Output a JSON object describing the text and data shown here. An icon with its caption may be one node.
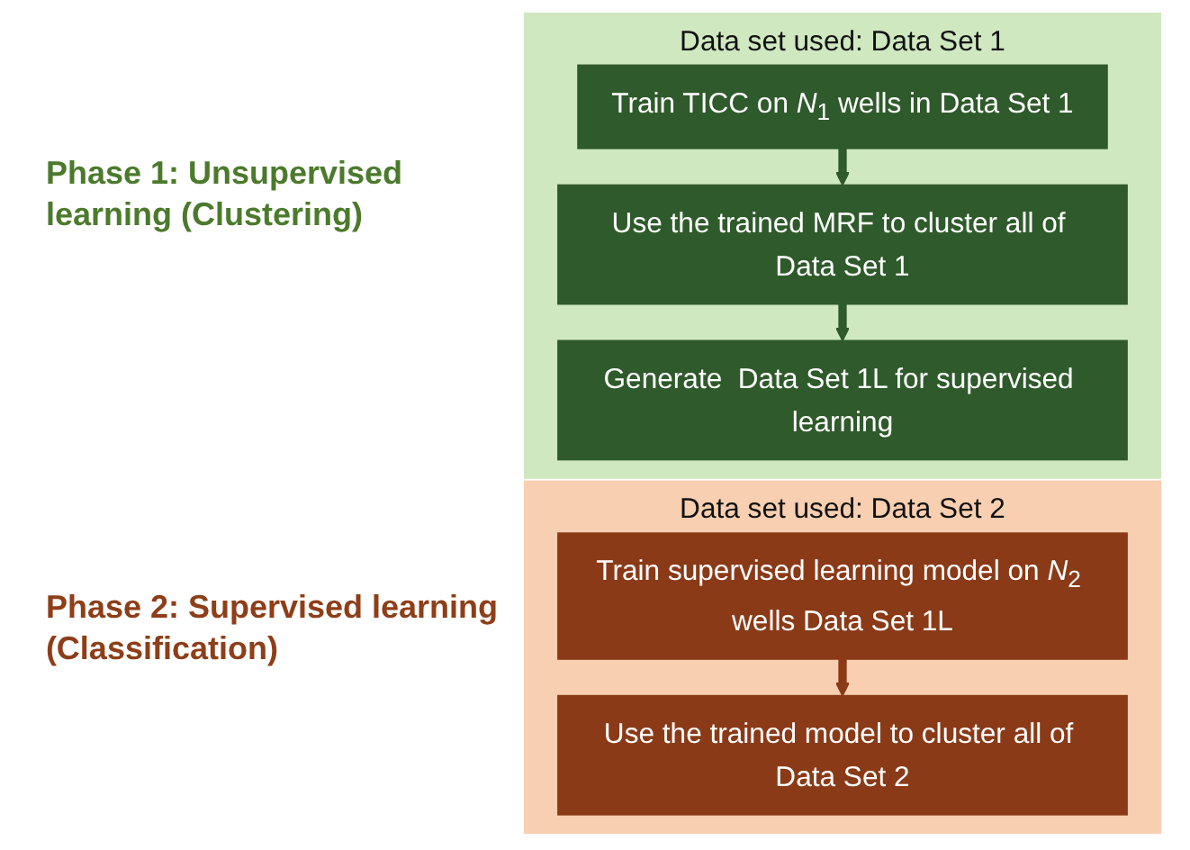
{
  "diagram": {
    "nodes": [
      {
        "text": [
          "Data set used: Data Set 1"
        ],
        "beside": [
          "Phase 1: Unsupervised learning (Clustering)"
        ]
      },
      {
        "text": [
          "Train TICC on *N*$_{1}$ wells in Data Set 1"
        ],
        "in": 0
      },
      {
        "text": [
          "Use the trained MRF to cluster all of Data Set 1"
        ],
        "in": 0
      },
      {
        "text": [
          "Generate  Data Set 1L for supervised learning"
        ],
        "in": 0
      },
      {
        "text": [
          "Data set used: Data Set 2"
        ],
        "beside": [
          "Phase 2: Supervised learning (Classification)"
        ]
      },
      {
        "text": [
          "Train supervised learning model on *N*$_{2}$ wells Data Set 1L"
        ],
        "in": 4
      },
      {
        "text": [
          "Use the trained model to cluster all of Data Set 2"
        ],
        "in": 4
      }
    ],
    "edges": [
      {
        "from": 1,
        "to": 2,
        "arrow": "to"
      },
      {
        "from": 2,
        "to": 3,
        "arrow": "to"
      },
      {
        "from": 5,
        "to": 6,
        "arrow": "to",
        "color": "#8a3a17"
      }
    ]
  }
}
